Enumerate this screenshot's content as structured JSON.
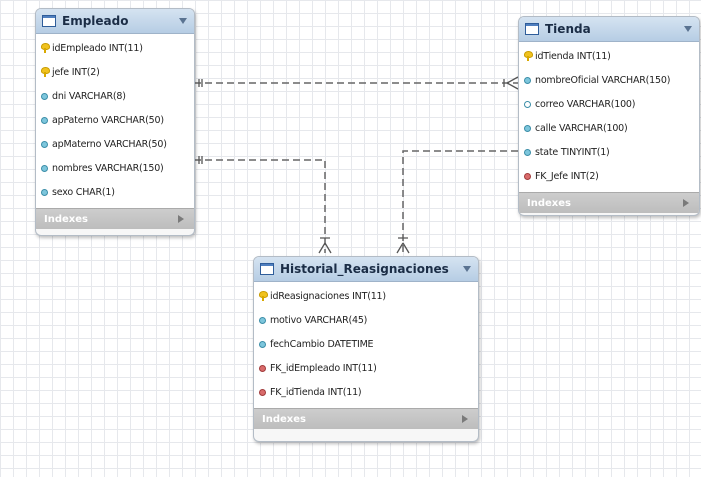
{
  "tables": [
    {
      "id": "empleado",
      "name": "Empleado",
      "indexes_label": "Indexes",
      "columns": [
        {
          "name": "idEmpleado INT(11)",
          "kind": "pk"
        },
        {
          "name": "jefe INT(2)",
          "kind": "pk"
        },
        {
          "name": "dni VARCHAR(8)",
          "kind": "filled"
        },
        {
          "name": "apPaterno VARCHAR(50)",
          "kind": "filled"
        },
        {
          "name": "apMaterno VARCHAR(50)",
          "kind": "filled"
        },
        {
          "name": "nombres VARCHAR(150)",
          "kind": "filled"
        },
        {
          "name": "sexo CHAR(1)",
          "kind": "filled"
        }
      ]
    },
    {
      "id": "tienda",
      "name": "Tienda",
      "indexes_label": "Indexes",
      "columns": [
        {
          "name": "idTienda INT(11)",
          "kind": "pk"
        },
        {
          "name": "nombreOficial VARCHAR(150)",
          "kind": "filled"
        },
        {
          "name": "correo VARCHAR(100)",
          "kind": "empty"
        },
        {
          "name": "calle VARCHAR(100)",
          "kind": "filled"
        },
        {
          "name": "state TINYINT(1)",
          "kind": "filled"
        },
        {
          "name": "FK_Jefe INT(2)",
          "kind": "fk"
        }
      ]
    },
    {
      "id": "historial",
      "name": "Historial_Reasignaciones",
      "indexes_label": "Indexes",
      "columns": [
        {
          "name": "idReasignaciones INT(11)",
          "kind": "pk"
        },
        {
          "name": "motivo VARCHAR(45)",
          "kind": "filled"
        },
        {
          "name": "fechCambio DATETIME",
          "kind": "filled"
        },
        {
          "name": "FK_idEmpleado INT(11)",
          "kind": "fk"
        },
        {
          "name": "FK_idTienda INT(11)",
          "kind": "fk"
        }
      ]
    }
  ],
  "relationships": [
    {
      "from": "Empleado",
      "to": "Tienda",
      "from_card": "one",
      "to_card": "many"
    },
    {
      "from": "Empleado",
      "to": "Historial_Reasignaciones",
      "from_card": "one",
      "to_card": "many"
    },
    {
      "from": "Tienda",
      "to": "Historial_Reasignaciones",
      "from_card": "one",
      "to_card": "many"
    }
  ],
  "colors": {
    "header_top": "#d5e3f1",
    "header_bottom": "#b6cde4",
    "line": "#666666",
    "fk_dot": "#d96b6b",
    "col_dot": "#7dc6dc",
    "key": "#f0c21f"
  }
}
